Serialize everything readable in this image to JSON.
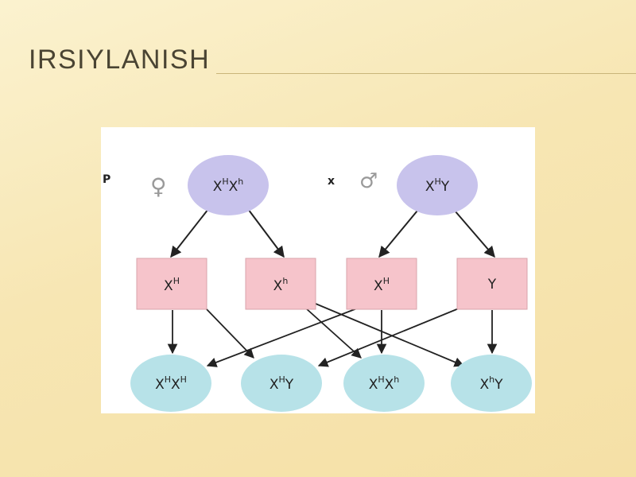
{
  "slide": {
    "title": "IRSIYLANISH"
  },
  "diagram": {
    "generation_label": "P",
    "cross_sign": "x",
    "female_symbol": "♀",
    "male_symbol": "♂",
    "parents": [
      {
        "base": "X",
        "sup1": "H",
        "mid": "X",
        "sup2": "h",
        "tail": ""
      },
      {
        "base": "X",
        "sup1": "H",
        "mid": "Y",
        "sup2": "",
        "tail": ""
      }
    ],
    "gametes": [
      {
        "base": "X",
        "sup": "H"
      },
      {
        "base": "X",
        "sup": "h"
      },
      {
        "base": "X",
        "sup": "H"
      },
      {
        "base": "Y",
        "sup": ""
      }
    ],
    "offspring": [
      {
        "base": "X",
        "sup1": "H",
        "mid": "X",
        "sup2": "H"
      },
      {
        "base": "X",
        "sup1": "H",
        "mid": "Y",
        "sup2": ""
      },
      {
        "base": "X",
        "sup1": "H",
        "mid": "X",
        "sup2": "h"
      },
      {
        "base": "X",
        "sup1": "h",
        "mid": "Y",
        "sup2": ""
      }
    ],
    "colors": {
      "parent_fill": "#c8c3ec",
      "gamete_fill": "#f6c4cb",
      "offspring_fill": "#b7e2e8",
      "arrow": "#222222"
    }
  }
}
